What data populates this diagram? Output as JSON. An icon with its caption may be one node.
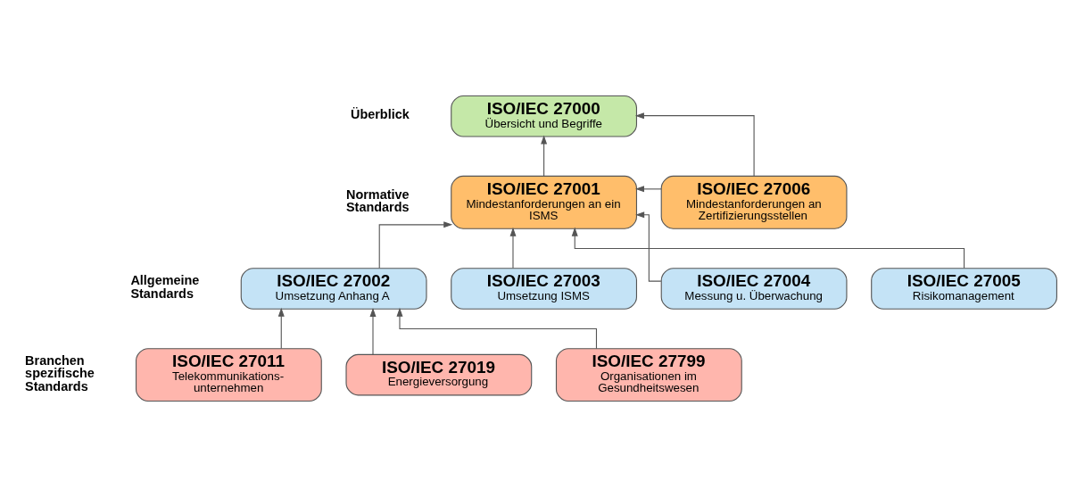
{
  "diagram": {
    "nodes": [
      {
        "text": [
          "ISO/IEC 27000",
          "Übersicht und Begriffe"
        ]
      },
      {
        "text": [
          "ISO/IEC 27001",
          "Mindestanforderungen an ein ISMS"
        ]
      },
      {
        "text": [
          "ISO/IEC 27006",
          "Mindestanforderungen an Zertifizierungsstellen"
        ]
      },
      {
        "text": [
          "ISO/IEC 27002",
          "Umsetzung Anhang A"
        ]
      },
      {
        "text": [
          "ISO/IEC 27003",
          "Umsetzung ISMS"
        ]
      },
      {
        "text": [
          "ISO/IEC 27004",
          "Messung u. Überwachung"
        ]
      },
      {
        "text": [
          "ISO/IEC 27005",
          "Risikomanagement"
        ]
      },
      {
        "text": [
          "ISO/IEC 27011",
          "Telekommunikations- unternehmen"
        ]
      },
      {
        "text": [
          "ISO/IEC 27019",
          "Energieversorgung"
        ]
      },
      {
        "text": [
          "ISO/IEC 27799",
          "Organisationen im Gesundheitswesen"
        ]
      }
    ],
    "edges": [
      {
        "from": 1,
        "to": 0,
        "arrow": "to"
      },
      {
        "from": 2,
        "to": 0,
        "arrow": "to"
      },
      {
        "from": 2,
        "to": 1,
        "arrow": "to"
      },
      {
        "from": 3,
        "to": 1,
        "arrow": "to"
      },
      {
        "from": 4,
        "to": 1,
        "arrow": "to"
      },
      {
        "from": 5,
        "to": 1,
        "arrow": "to"
      },
      {
        "from": 6,
        "to": 1,
        "arrow": "to"
      },
      {
        "from": 7,
        "to": 3,
        "arrow": "to"
      },
      {
        "from": 8,
        "to": 3,
        "arrow": "to"
      },
      {
        "from": 9,
        "to": 3,
        "arrow": "to"
      }
    ],
    "labels": [
      "Überblick",
      "Normative Standards",
      "Allgemeine Standards",
      "Branchen spezifische Standards"
    ]
  }
}
